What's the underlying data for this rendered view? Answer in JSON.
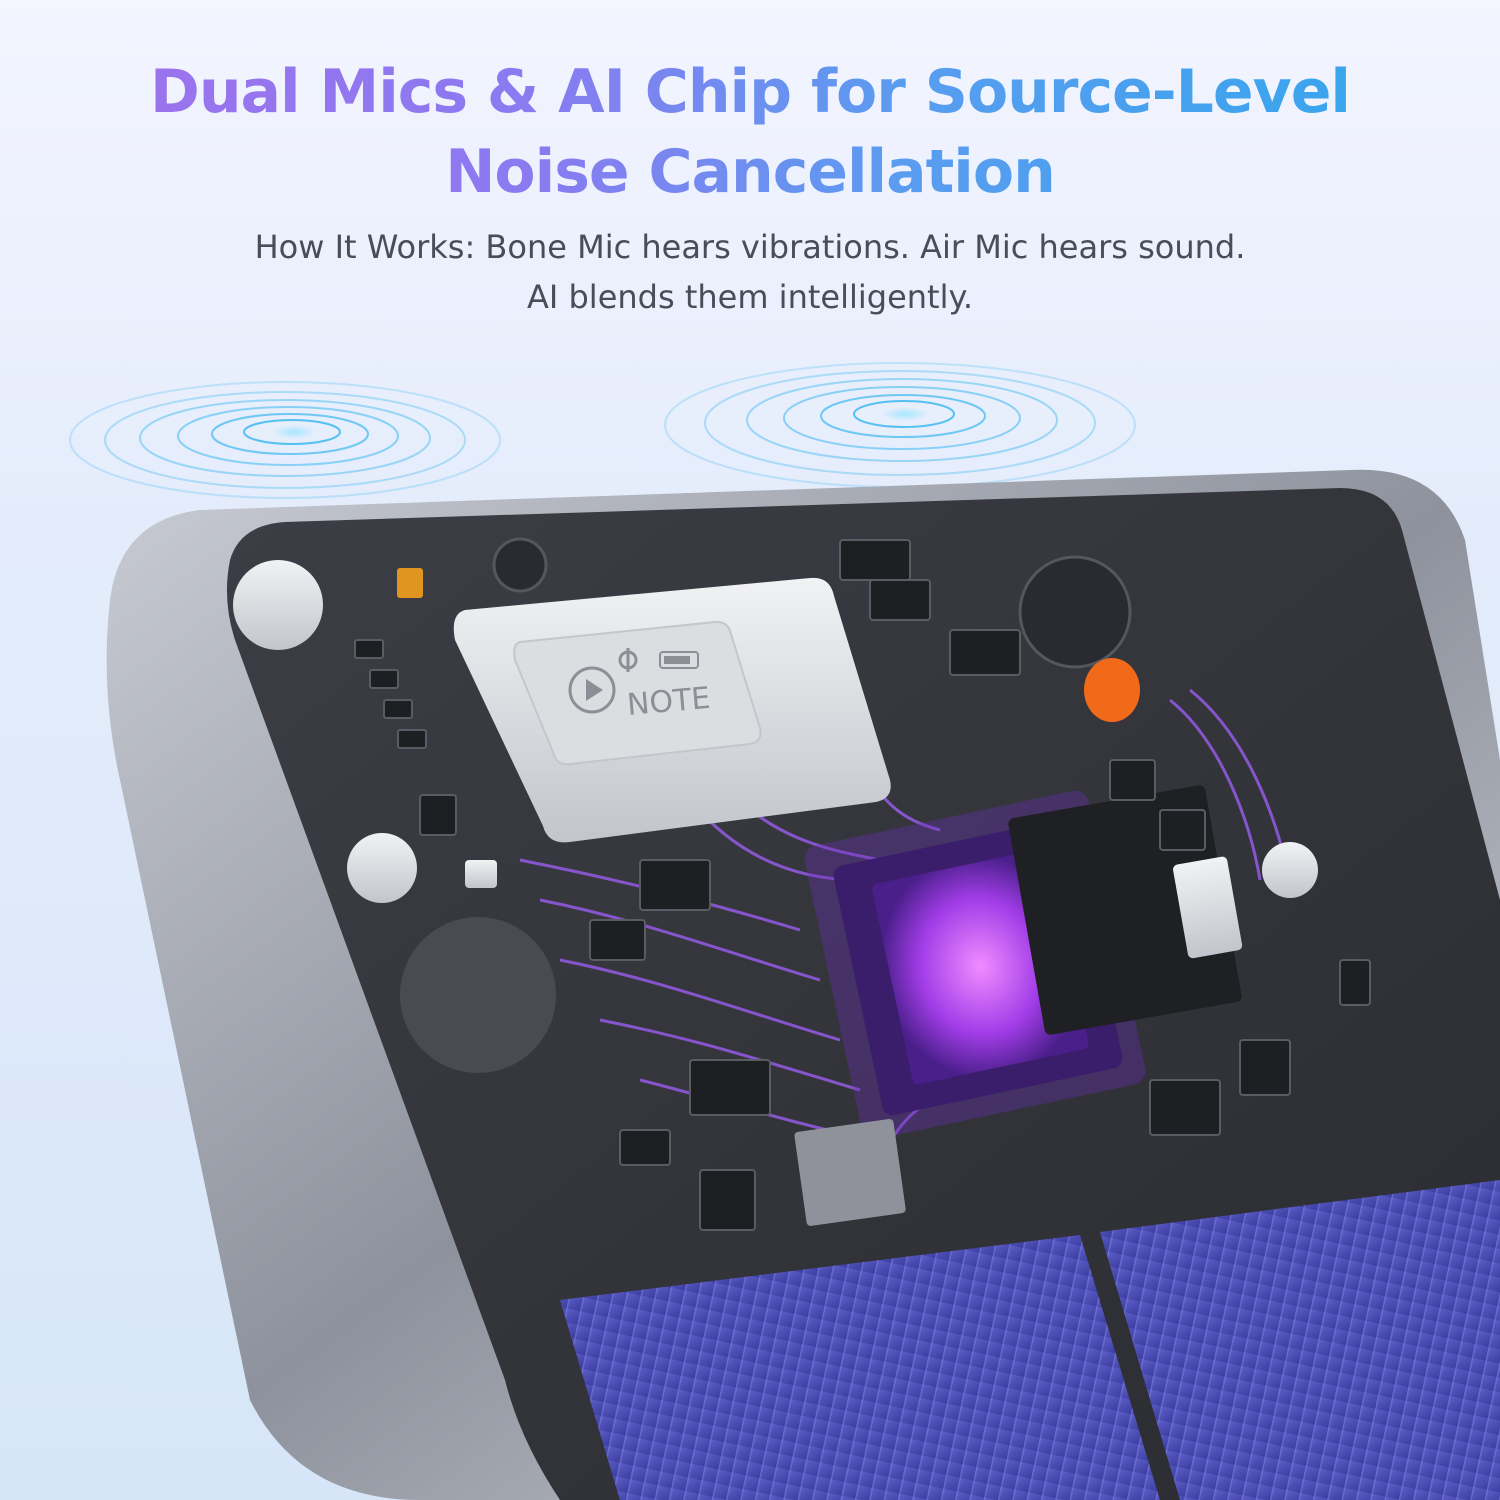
{
  "headline": {
    "line1": "Dual Mics & AI Chip for Source-Level",
    "line2": "Noise Cancellation"
  },
  "subheadline": {
    "line1": "How It Works: Bone Mic hears vibrations. Air Mic hears sound.",
    "line2": "AI blends them intelligently."
  },
  "device": {
    "screen_label": "NOTE",
    "icons": [
      "play-icon",
      "link-icon",
      "battery-icon"
    ]
  },
  "colors": {
    "accent_purple": "#9b5cf0",
    "accent_blue": "#2fa8ec",
    "wave_blue": "#3ab8f0"
  }
}
